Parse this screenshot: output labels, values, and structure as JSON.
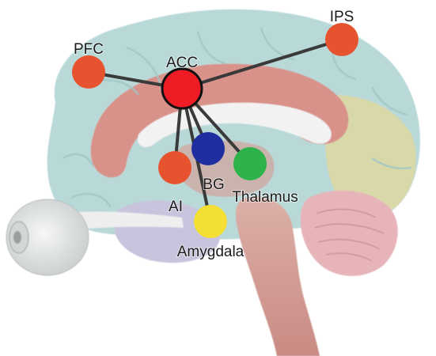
{
  "diagram": {
    "colors": {
      "hub": "#ee1c24",
      "peripheral": "#e8532f",
      "bg_node": "#1f2e9e",
      "thalamus_node": "#2db34a",
      "amygdala_node": "#f4e032",
      "edge": "#3a3a3a",
      "cortex": "#b9d9d8",
      "cingulate": "#d9928a",
      "corpus_callosum": "#f2f2f2",
      "occipital": "#d9d8a8",
      "cerebellum": "#e7b5b9",
      "brainstem": "#d9a49e",
      "temporal": "#c9c4dd",
      "eye": "#e6e8e8"
    },
    "nodes": [
      {
        "id": "acc",
        "label": "ACC"
      },
      {
        "id": "pfc",
        "label": "PFC"
      },
      {
        "id": "ips",
        "label": "IPS"
      },
      {
        "id": "ai",
        "label": "AI"
      },
      {
        "id": "bg",
        "label": "BG"
      },
      {
        "id": "thalamus",
        "label": "Thalamus"
      },
      {
        "id": "amygdala",
        "label": "Amygdala"
      }
    ],
    "edges": [
      {
        "from": "acc",
        "to": "pfc"
      },
      {
        "from": "acc",
        "to": "ips"
      },
      {
        "from": "acc",
        "to": "ai"
      },
      {
        "from": "acc",
        "to": "bg"
      },
      {
        "from": "acc",
        "to": "thalamus"
      },
      {
        "from": "acc",
        "to": "amygdala"
      }
    ]
  }
}
